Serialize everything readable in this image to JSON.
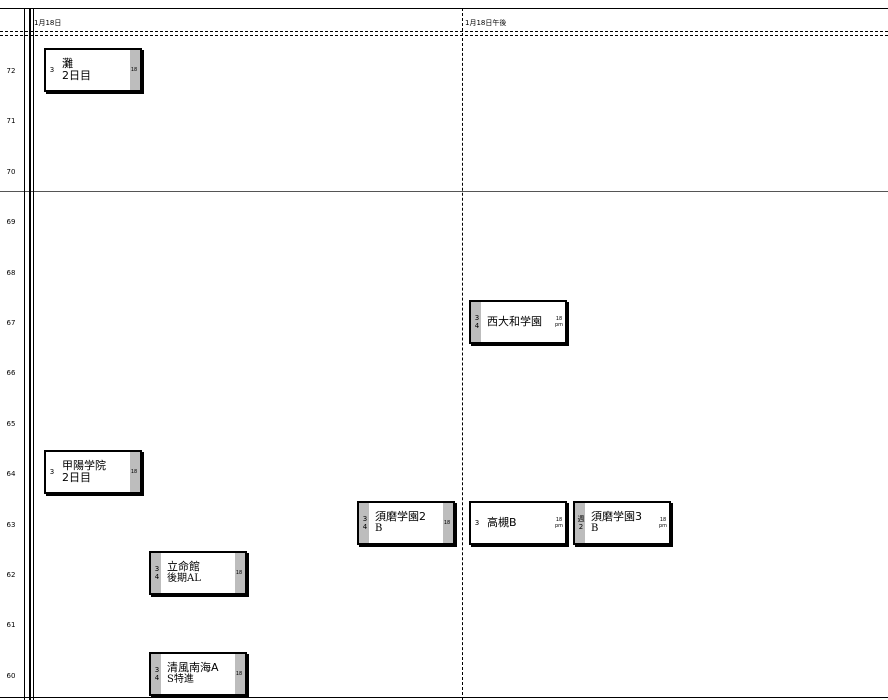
{
  "columns": [
    {
      "header": "1月18日"
    },
    {
      "header": "1月18日午後"
    }
  ],
  "y_axis": {
    "ticks": [
      "72",
      "71",
      "70",
      "69",
      "68",
      "67",
      "66",
      "65",
      "64",
      "63",
      "62",
      "61",
      "60"
    ]
  },
  "cards": [
    {
      "line1": "灘",
      "line2": "2日目",
      "nums": [
        "3"
      ],
      "tag": [
        "18"
      ]
    },
    {
      "line1": "甲陽学院",
      "line2": "2日目",
      "nums": [
        "3"
      ],
      "tag": [
        "18"
      ]
    },
    {
      "line1": "須磨学園2",
      "line2": "B",
      "nums": [
        "3",
        "4"
      ],
      "tag": [
        "18"
      ]
    },
    {
      "line1": "立命館",
      "line2": "後期AL",
      "nums": [
        "3",
        "4"
      ],
      "tag": [
        "18"
      ]
    },
    {
      "line1": "清風南海A",
      "line2": "S特進",
      "nums": [
        "3",
        "4"
      ],
      "tag": [
        "18"
      ]
    },
    {
      "line1": "西大和学園",
      "line2": "",
      "nums": [
        "3",
        "4"
      ],
      "tag": [
        "18",
        "pm"
      ]
    },
    {
      "line1": "高槻B",
      "line2": "",
      "nums": [
        "3"
      ],
      "tag": [
        "18",
        "pm"
      ]
    },
    {
      "line1": "須磨学園3",
      "line2": "B",
      "nums": [
        "週",
        "2"
      ],
      "tag": [
        "18",
        "pm"
      ]
    }
  ],
  "colors": {
    "line": "#000000",
    "stripe": "#bdbdbd",
    "background": "#ffffff"
  }
}
